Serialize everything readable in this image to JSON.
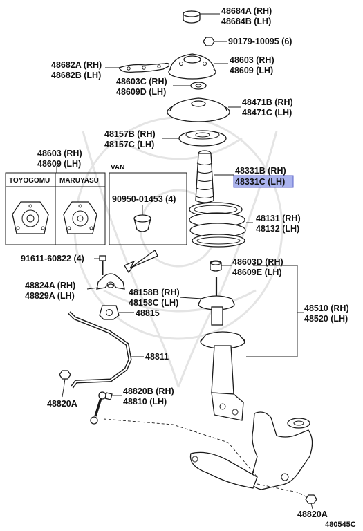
{
  "diagram_code": "480545C",
  "parts": {
    "p48684": {
      "rh": "48684A (RH)",
      "lh": "48684B (LH)"
    },
    "p90179": {
      "no": "90179-10095 (6)"
    },
    "p48682": {
      "rh": "48682A (RH)",
      "lh": "48682B (LH)"
    },
    "p48603_top": {
      "rh": "48603 (RH)",
      "lh": "48609 (LH)"
    },
    "p48603C": {
      "rh": "48603C (RH)",
      "lh": "48609D (LH)"
    },
    "p48471": {
      "rh": "48471B (RH)",
      "lh": "48471C (LH)"
    },
    "p48157": {
      "rh": "48157B (RH)",
      "lh": "48157C (LH)"
    },
    "p48331": {
      "rh": "48331B (RH)",
      "lh": "48331C (LH)"
    },
    "p48131": {
      "rh": "48131 (RH)",
      "lh": "48132 (LH)"
    },
    "p48603D": {
      "rh": "48603D (RH)",
      "lh": "48609E (LH)"
    },
    "p48158": {
      "rh": "48158B (RH)",
      "lh": "48158C (LH)"
    },
    "p48510": {
      "rh": "48510 (RH)",
      "lh": "48520 (LH)"
    },
    "p48824": {
      "rh": "48824A (RH)",
      "lh": "48829A (LH)"
    },
    "p91611": {
      "no": "91611-60822 (4)"
    },
    "p48815": {
      "no": "48815"
    },
    "p48811": {
      "no": "48811"
    },
    "p48820B": {
      "rh": "48820B (RH)",
      "lh": "48810 (LH)"
    },
    "p48820A_left": {
      "no": "48820A"
    },
    "p48820A_right": {
      "no": "48820A"
    }
  },
  "inset": {
    "p48603": {
      "rh": "48603 (RH)",
      "lh": "48609 (LH)"
    },
    "col_toyogomu": "TOYOGOMU",
    "col_maruyasu": "MARUYASU",
    "van_label": "VAN",
    "p90950": "90950-01453 (4)"
  },
  "highlight_part": "48331C (LH)",
  "colors": {
    "highlight_fill": "#aab3ee",
    "line": "#1a1a1a"
  }
}
